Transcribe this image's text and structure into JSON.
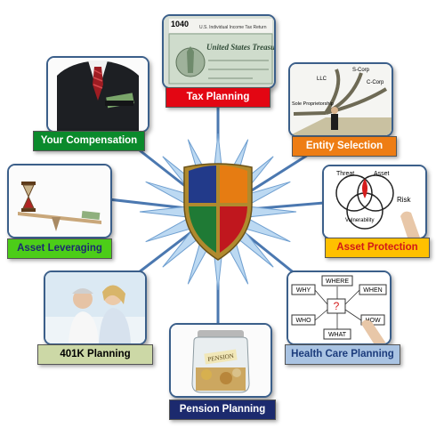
{
  "nodes": [
    {
      "id": "tax",
      "label": "Tax Planning",
      "label_bg": "#e30613",
      "label_color": "#ffffff",
      "icon": "treasury-check-icon"
    },
    {
      "id": "comp",
      "label": "Your Compensation",
      "label_bg": "#0b8a2c",
      "label_color": "#ffffff",
      "icon": "suit-pocket-money-icon"
    },
    {
      "id": "entity",
      "label": "Entity Selection",
      "label_bg": "#ee7d14",
      "label_color": "#ffffff",
      "icon": "crossroads-arrows-icon"
    },
    {
      "id": "leverage",
      "label": "Asset Leveraging",
      "label_bg": "#4ccd18",
      "label_color": "#1c2a70",
      "icon": "seesaw-hourglass-icon"
    },
    {
      "id": "protect",
      "label": "Asset Protection",
      "label_bg": "#ffc000",
      "label_color": "#d21818",
      "icon": "venn-diagram-icon"
    },
    {
      "id": "k401",
      "label": "401K Planning",
      "label_bg": "#ccd8a6",
      "label_color": "#000000",
      "icon": "retired-couple-icon"
    },
    {
      "id": "health",
      "label": "Health Care Planning",
      "label_bg": "#a9c3e2",
      "label_color": "#1c3c7c",
      "icon": "questions-whiteboard-icon"
    },
    {
      "id": "pension",
      "label": "Pension Planning",
      "label_bg": "#1c2a6e",
      "label_color": "#ffffff",
      "icon": "coin-jar-icon"
    }
  ],
  "artwork_text": {
    "check_number": "1040",
    "check_title": "United States Treasury",
    "check_header": "U.S. Individual Income Tax Return",
    "paths": [
      "LLC",
      "S-Corp",
      "C-Corp",
      "Sole Proprietorship"
    ],
    "venn": [
      "Threat",
      "Asset",
      "Vulnerability",
      "Risk"
    ],
    "board": [
      "WHY",
      "WHERE",
      "WHEN",
      "WHO",
      "?",
      "HOW",
      "WHAT"
    ],
    "jar_label": "PENSION"
  },
  "colors": {
    "connector": "#4b78b0",
    "star": "#bcd9f2",
    "shield_red": "#c0171e",
    "shield_green": "#1f7a35",
    "shield_orange": "#e67c12",
    "shield_blue": "#223a8a",
    "shield_rim": "#b08a2e"
  }
}
